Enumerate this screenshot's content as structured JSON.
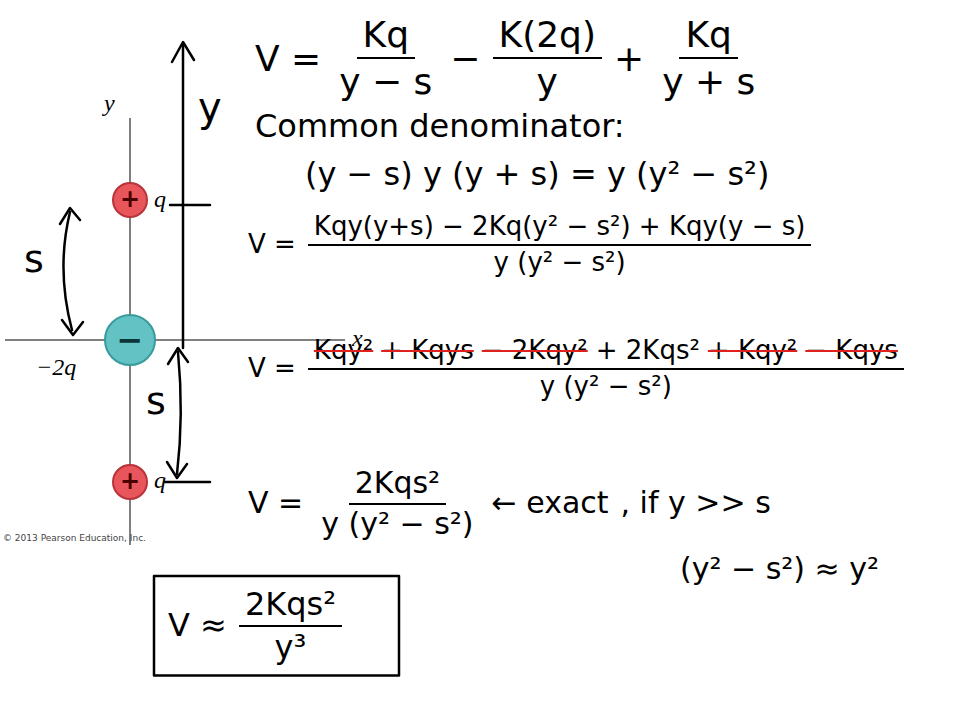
{
  "diagram": {
    "nodes": [
      {
        "text": [
          "+"
        ]
      },
      {
        "text": [
          "−"
        ]
      },
      {
        "text": [
          "+"
        ]
      }
    ],
    "labels": [
      "y",
      "x",
      "q",
      "−2q",
      "q",
      "© 2013 Pearson Education, Inc.",
      "y",
      "s",
      "s",
      "V =",
      "Kq",
      "y − s",
      "−",
      "K(2q)",
      "y",
      "+",
      "Kq",
      "y + s",
      "Common denominator:",
      "(y − s) y (y + s) = y (y² − s²)",
      "V =",
      "Kqy(y+s) − 2Kq(y² − s²) + Kqy(y − s)",
      "y (y² − s²)",
      "V =",
      "Kqy²",
      "+ Kqys",
      "− 2Kqy²",
      "+ 2Kqs²",
      "+ Kqy²",
      "− Kqys",
      "y (y² − s²)",
      "V =",
      "2Kqs²",
      "y (y² − s²)",
      "← exact",
      ", if y >> s",
      "(y² − s²) ≈ y²",
      "V ≈",
      "2Kqs²",
      "y³"
    ]
  }
}
